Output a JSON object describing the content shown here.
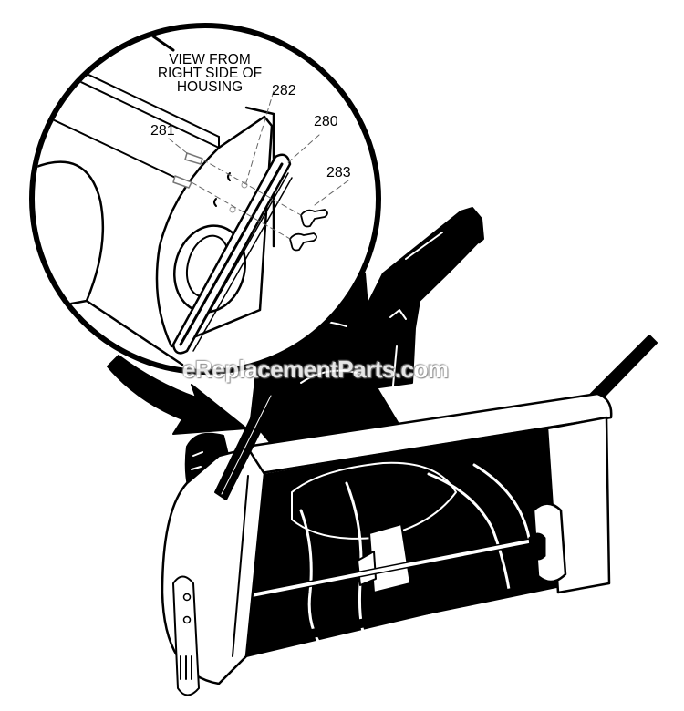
{
  "diagram": {
    "title": "VIEW FROM RIGHT SIDE OF HOUSING",
    "title_lines": [
      "VIEW FROM",
      "RIGHT SIDE OF",
      "HOUSING"
    ],
    "subject": "Snow thrower auger housing with skid shoe detail",
    "callouts": [
      {
        "id": "281",
        "label": "281",
        "part": "carriage-bolt"
      },
      {
        "id": "282",
        "label": "282",
        "part": "housing-edge"
      },
      {
        "id": "280",
        "label": "280",
        "part": "skid-shoe"
      },
      {
        "id": "283",
        "label": "283",
        "part": "wing-nut"
      }
    ],
    "watermark": "eReplacementParts.com",
    "colors": {
      "ink": "#000000",
      "paper": "#ffffff",
      "watermark": "#ffffff",
      "watermark_shadow": "#888888"
    }
  }
}
